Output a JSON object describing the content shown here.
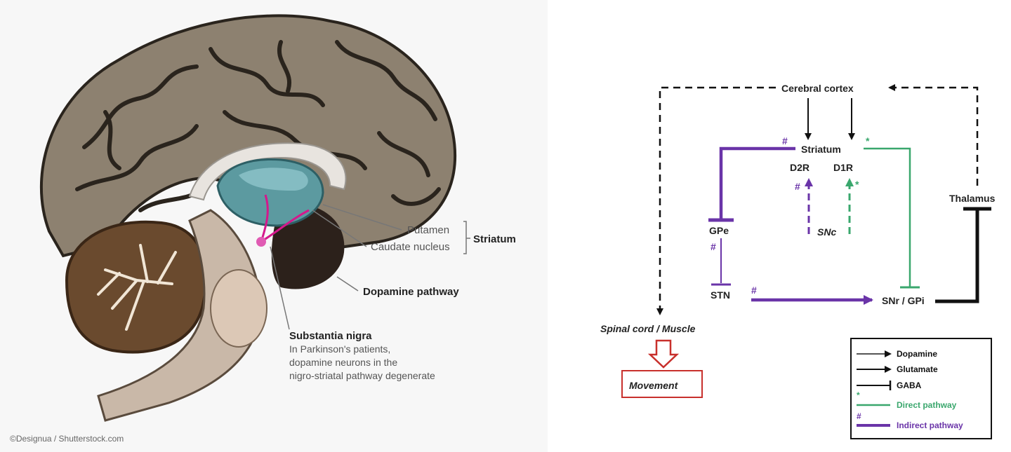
{
  "brain": {
    "labels": {
      "putamen": "Putamen",
      "caudate": "Caudate nucleus",
      "striatum": "Striatum",
      "dopamine_pathway": "Dopamine pathway",
      "substantia_nigra": "Substantia nigra",
      "note_line1": "In Parkinson's patients,",
      "note_line2": "dopamine neurons in the",
      "note_line3": "nigro-striatal pathway degenerate"
    },
    "credit": "©Designua / Shutterstock.com"
  },
  "circuit": {
    "nodes": {
      "cortex": "Cerebral cortex",
      "striatum": "Striatum",
      "d2r": "D2R",
      "d1r": "D1R",
      "snc": "SNc",
      "gpe": "GPe",
      "stn": "STN",
      "snr_gpi": "SNr / GPi",
      "thalamus": "Thalamus",
      "spinal": "Spinal cord / Muscle",
      "movement": "Movement"
    },
    "marks": {
      "hash": "#",
      "star": "*"
    },
    "colors": {
      "direct": "#3aa76d",
      "indirect": "#6a34a8",
      "black": "#111111",
      "movement": "#c8302c"
    },
    "legend": [
      {
        "label": "Dopamine",
        "kind": "dopamine"
      },
      {
        "label": "Glutamate",
        "kind": "glutamate"
      },
      {
        "label": "GABA",
        "kind": "gaba"
      },
      {
        "label": "Direct pathway",
        "kind": "direct",
        "mark": "*"
      },
      {
        "label": "Indirect pathway",
        "kind": "indirect",
        "mark": "#"
      }
    ]
  }
}
